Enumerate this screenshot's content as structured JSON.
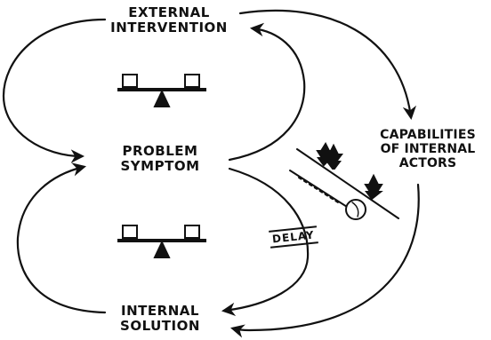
{
  "nodes": {
    "external_intervention": [
      "EXTERNAL",
      "INTERVENTION"
    ],
    "problem_symptom": [
      "PROBLEM",
      "SYMPTOM"
    ],
    "internal_solution": [
      "INTERNAL",
      "SOLUTION"
    ],
    "capabilities": [
      "CAPABILITIES",
      "OF INTERNAL",
      "ACTORS"
    ]
  },
  "delay_label": "DELAY",
  "colors": {
    "ink": "#111111",
    "paper": "#ffffff"
  }
}
